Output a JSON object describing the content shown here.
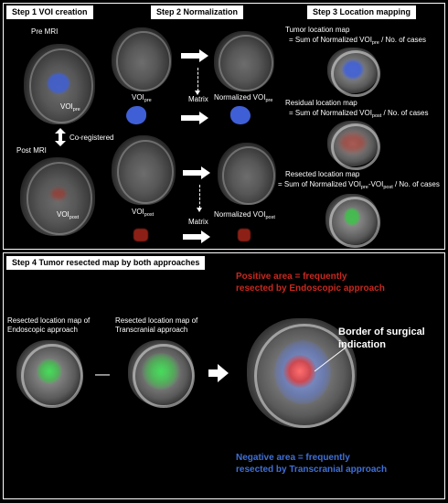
{
  "steps": {
    "step1": "Step 1 VOI creation",
    "step2": "Step 2 Normalization",
    "step3": "Step 3 Location mapping",
    "step4": "Step 4 Tumor resected map by both approaches"
  },
  "step1": {
    "pre_mri": "Pre MRI",
    "voi_pre": "VOI",
    "voi_pre_sub": "pre",
    "co_registered": "Co-registered",
    "post_mri": "Post MRI",
    "voi_post": "VOI",
    "voi_post_sub": "post"
  },
  "step2": {
    "voi_pre": "VOI",
    "voi_pre_sub": "pre",
    "matrix_top": "Matrix",
    "normalized_pre": "Normalized VOI",
    "normalized_pre_sub": "pre",
    "voi_post": "VOI",
    "voi_post_sub": "post",
    "matrix_bottom": "Matrix",
    "normalized_post": "Normalized VOI",
    "normalized_post_sub": "post"
  },
  "step3": {
    "tumor_title": "Tumor location map",
    "tumor_formula_a": "= Sum of Normalized VOI",
    "tumor_formula_sub": "pre",
    "tumor_formula_b": " / No. of cases",
    "residual_title": "Residual location map",
    "residual_formula_a": "= Sum of Normalized VOI",
    "residual_formula_sub": "post",
    "residual_formula_b": " / No. of cases",
    "resected_title": "Resected location map",
    "resected_formula_a": "= Sum of Normalized VOI",
    "resected_formula_sub1": "pre",
    "resected_formula_mid": "-VOI",
    "resected_formula_sub2": "post",
    "resected_formula_b": " / No. of cases"
  },
  "step4": {
    "endo_line1": "Resected location map of",
    "endo_line2": "Endoscopic approach",
    "trans_line1": "Resected location map of",
    "trans_line2": "Transcranial approach",
    "minus": "—",
    "positive_line1": "Positive area = frequently",
    "positive_line2": "resected by Endoscopic approach",
    "border_line1": "Border of surgical",
    "border_line2": "indication",
    "negative_line1": "Negative area = frequently",
    "negative_line2": "resected by Transcranial approach"
  },
  "colors": {
    "tumor_blue": "#3f5fd6",
    "residual_red": "#b0281c",
    "resected_green": "#3fbf4a",
    "positive_text": "#c8281e",
    "negative_text": "#3f6fd6"
  }
}
